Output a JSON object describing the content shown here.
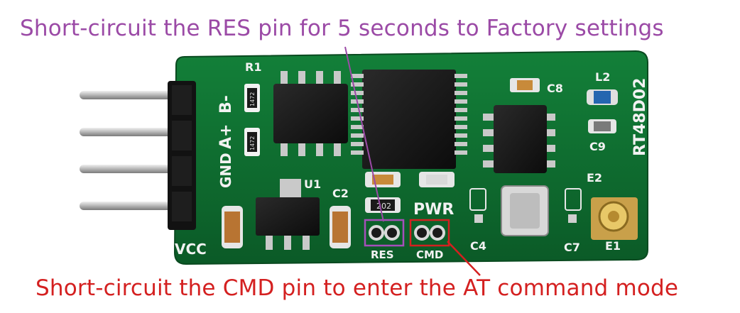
{
  "annotations": {
    "top": {
      "text": "Short-circuit the RES pin for 5 seconds to Factory settings",
      "color": "#9b4aa6"
    },
    "bottom": {
      "text": "Short-circuit the CMD pin to enter the AT command mode",
      "color": "#d42020"
    }
  },
  "board": {
    "model": "RT48D02",
    "pin_labels": [
      "B-",
      "A+",
      "GND",
      "VCC"
    ],
    "component_labels": {
      "r1": "R1",
      "u1": "U1",
      "c2": "C2",
      "c8": "C8",
      "l2": "L2",
      "c9": "C9",
      "e2": "E2",
      "c4": "C4",
      "c7": "C7",
      "e1": "E1",
      "pwr": "PWR",
      "res": "RES",
      "cmd": "CMD",
      "resistor_code": "202",
      "r1_code": "1472",
      "r2_code": "1472"
    },
    "colors": {
      "pcb": "#0f6b2f",
      "pcb_edge": "#0a5224",
      "silkscreen": "#f2f2f2",
      "chip": "#1b1b1b",
      "pin": "#c9c9c9"
    }
  }
}
